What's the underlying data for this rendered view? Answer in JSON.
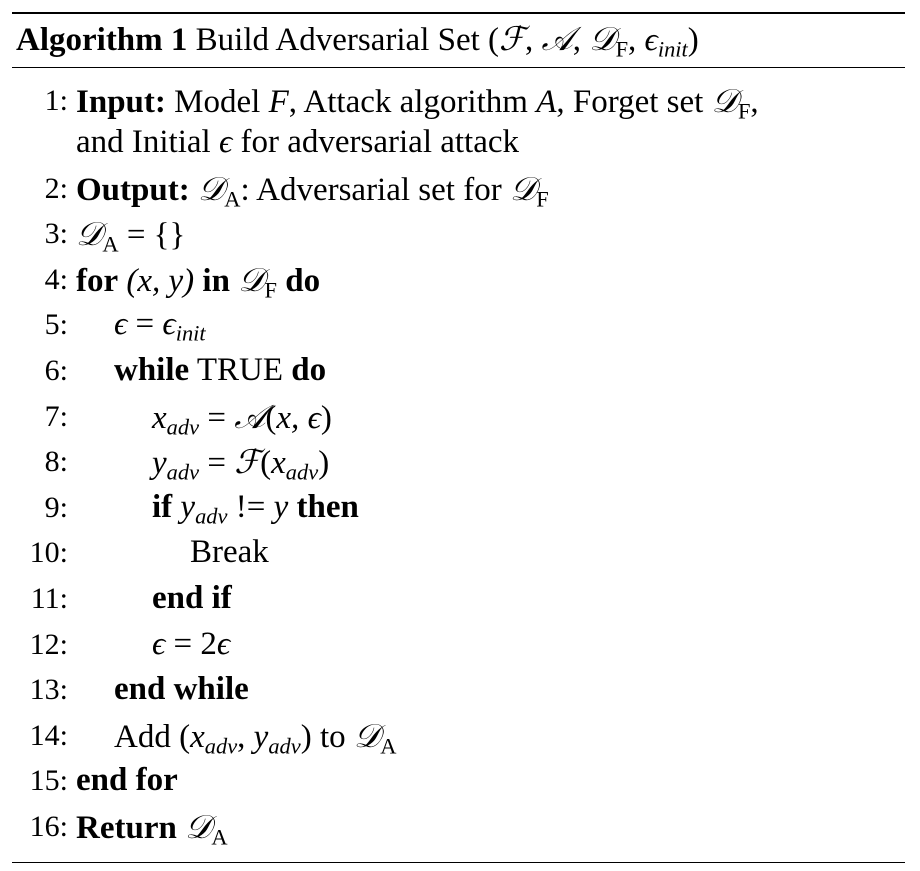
{
  "algorithm": {
    "label": "Algorithm 1",
    "title": "Build Adversarial Set",
    "args_open": "(",
    "args_close": ")",
    "sym_F": "ℱ",
    "sym_A": "𝒜",
    "sym_D": "𝒟",
    "sub_F": "F",
    "sub_A": "A",
    "eps": "ϵ",
    "eps_init_sub": "init",
    "comma": ", "
  },
  "lines": [
    {
      "num": "1:"
    },
    {
      "num": ""
    },
    {
      "num": "2:"
    },
    {
      "num": "3:"
    },
    {
      "num": "4:"
    },
    {
      "num": "5:"
    },
    {
      "num": "6:"
    },
    {
      "num": "7:"
    },
    {
      "num": "8:"
    },
    {
      "num": "9:"
    },
    {
      "num": "10:"
    },
    {
      "num": "11:"
    },
    {
      "num": "12:"
    },
    {
      "num": "13:"
    },
    {
      "num": "14:"
    },
    {
      "num": "15:"
    },
    {
      "num": "16:"
    }
  ],
  "text": {
    "input_kw": "Input:",
    "input_body": " Model ",
    "model_var": "F",
    "attack_text": ", Attack algorithm ",
    "attack_var": "A",
    "forget_text": ", Forget set ",
    "line1_end": ",",
    "cont_text": "and Initial ",
    "cont_end": " for adversarial attack",
    "output_kw": "Output:",
    "output_body": ": Adversarial set for ",
    "empty_set": " = {}",
    "for_kw": "for",
    "xy": "(x, y)",
    "in_kw": "in",
    "do_kw": "do",
    "eq": " = ",
    "while_kw": "while",
    "true_text": " TRUE ",
    "x": "x",
    "y": "y",
    "adv": "adv",
    "lparen": "(",
    "rparen": ")",
    "x_eps": "x, ",
    "if_kw": "if",
    "neq": " != ",
    "then_kw": "then",
    "break_text": "Break",
    "end_if_kw": "end if",
    "two": "2",
    "end_while_kw": "end while",
    "add_text": "Add ",
    "to_text": " to ",
    "end_for_kw": "end for",
    "return_kw": "Return"
  }
}
